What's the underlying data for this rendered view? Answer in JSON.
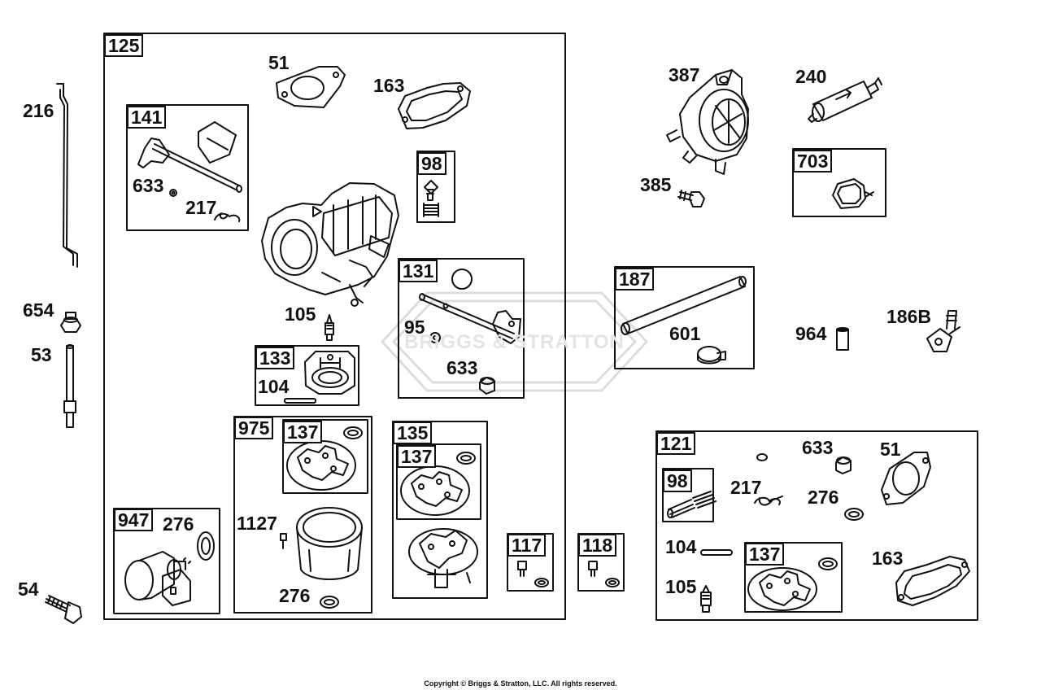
{
  "copyright": "Copyright © Briggs & Stratton, LLC. All rights reserved.",
  "watermark": "BRIGGS & STRATTON",
  "boxes": {
    "b125": "125",
    "b141": "141",
    "b98a": "98",
    "b131": "131",
    "b133": "133",
    "b975": "975",
    "b137a": "137",
    "b135": "135",
    "b137b": "137",
    "b947": "947",
    "b117": "117",
    "b118": "118",
    "b703": "703",
    "b187": "187",
    "b121": "121",
    "b98b": "98",
    "b137c": "137"
  },
  "labels": {
    "l216": "216",
    "l654": "654",
    "l53": "53",
    "l54": "54",
    "l51a": "51",
    "l163a": "163",
    "l633a": "633",
    "l217a": "217",
    "l105a": "105",
    "l104a": "104",
    "l95": "95",
    "l633b": "633",
    "l1127": "1127",
    "l276a": "276",
    "l276b": "276",
    "l387": "387",
    "l240": "240",
    "l385": "385",
    "l601": "601",
    "l964": "964",
    "l186b": "186B",
    "l633c": "633",
    "l51b": "51",
    "l217b": "217",
    "l276c": "276",
    "l104b": "104",
    "l105b": "105",
    "l163b": "163"
  }
}
